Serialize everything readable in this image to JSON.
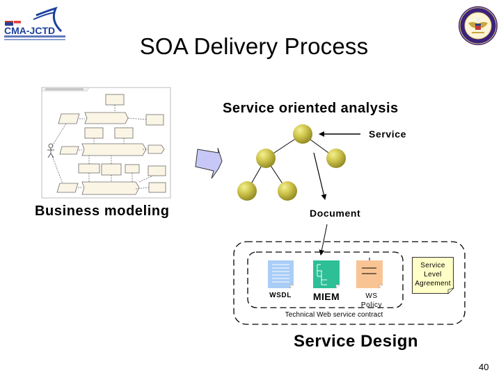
{
  "slide": {
    "title": "SOA Delivery Process",
    "page_number": "40"
  },
  "logos": {
    "left": {
      "name": "CMA-JCTD",
      "text": "CMA-JCTD"
    },
    "right": {
      "name": "navy-seal"
    }
  },
  "business_modeling": {
    "label": "Business modeling"
  },
  "service_oriented_analysis": {
    "label": "Service oriented analysis",
    "service_label": "Service",
    "document_label": "Document",
    "tree": {
      "nodes": [
        "root",
        "left-child",
        "right-child",
        "left-left-leaf",
        "left-right-leaf"
      ],
      "sphere_color": "#c8c048"
    }
  },
  "service_design": {
    "label": "Service Design",
    "contract_label": "Technical Web service contract",
    "documents": [
      {
        "id": "wsdl",
        "label": "WSDL",
        "color": "#a9cdf6"
      },
      {
        "id": "miem",
        "label": "MIEM",
        "color": "#2ebf96"
      },
      {
        "id": "ws-policy",
        "label": "WS Policy",
        "label_lines": [
          "WS",
          "Policy"
        ],
        "color": "#f9c494"
      }
    ],
    "sla": {
      "lines": [
        "Service",
        "Level",
        "Agreement"
      ],
      "color": "#ffffc8"
    }
  },
  "colors": {
    "transition_arrow": "#c8c8f8",
    "thumbnail_bg": "#fbf5e6"
  }
}
